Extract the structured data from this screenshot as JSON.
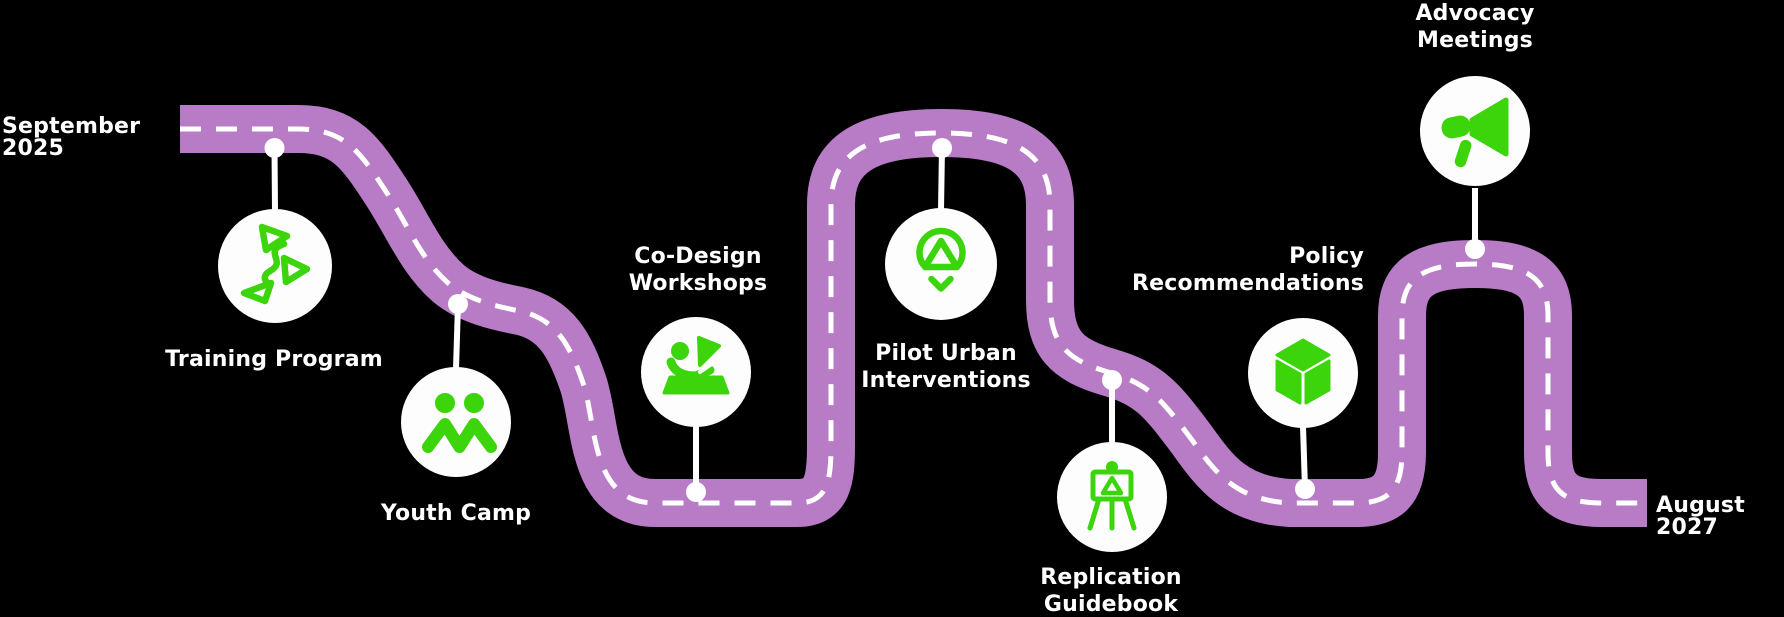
{
  "theme": {
    "background": "#000000",
    "road_color": "#b77cc5",
    "road_line_color": "#ffffff",
    "accent_green": "#3cd40a",
    "node_fill": "#fdfdfd",
    "text_color": "#ffffff"
  },
  "start_label": "September 2025",
  "end_label": "August 2027",
  "milestones": [
    {
      "label": "Training Program",
      "lines": [
        "Training Program"
      ],
      "icon": "route-shapes-icon"
    },
    {
      "label": "Youth Camp",
      "lines": [
        "Youth Camp"
      ],
      "icon": "people-icon"
    },
    {
      "label": "Co-Design Workshops",
      "lines": [
        "Co-Design",
        "Workshops"
      ],
      "icon": "workshop-icon"
    },
    {
      "label": "Pilot Urban Interventions",
      "lines": [
        "Pilot Urban",
        "Interventions"
      ],
      "icon": "map-pin-icon"
    },
    {
      "label": "Replication Guidebook",
      "lines": [
        "Replication",
        "Guidebook"
      ],
      "icon": "easel-icon"
    },
    {
      "label": "Policy Recommendations",
      "lines": [
        "Policy",
        "Recommendations"
      ],
      "icon": "cube-icon"
    },
    {
      "label": "Advocacy Meetings",
      "lines": [
        "Advocacy",
        "Meetings"
      ],
      "icon": "megaphone-icon"
    }
  ]
}
